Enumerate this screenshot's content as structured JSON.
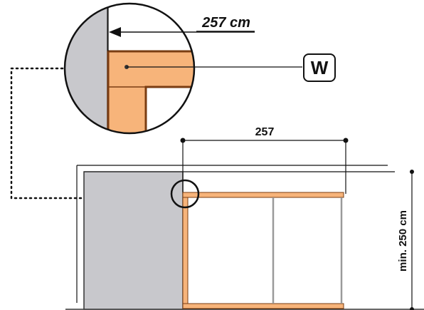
{
  "callout": {
    "dimension_label": "257 cm",
    "marker_label": "W"
  },
  "main": {
    "width_label": "257",
    "height_label": "min. 250 cm"
  },
  "colors": {
    "wood": "#F7B47A",
    "wood_stroke": "#7A3D12",
    "wall": "#C8C8CC",
    "wall_stroke": "#333333",
    "line": "#111111",
    "post": "#9A9A9A"
  }
}
